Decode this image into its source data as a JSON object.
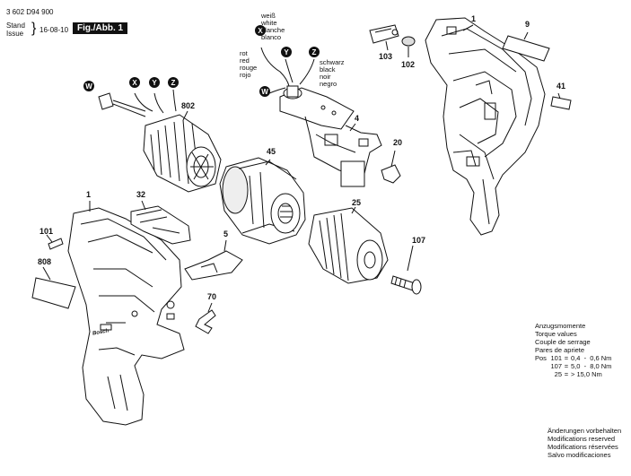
{
  "header": {
    "doc_number": "3 602 D94 900",
    "stand_label_de": "Stand",
    "stand_label_en": "Issue",
    "date": "16-08-10",
    "fig_label": "Fig./Abb. 1"
  },
  "parts": {
    "p1_left": "1",
    "p1_right": "1",
    "p9": "9",
    "p103": "103",
    "p102": "102",
    "p41": "41",
    "p802": "802",
    "p4": "4",
    "p20": "20",
    "p45": "45",
    "p25": "25",
    "p32": "32",
    "p101": "101",
    "p808": "808",
    "p5": "5",
    "p70": "70",
    "p107": "107"
  },
  "connectors": {
    "W": "W",
    "X": "X",
    "Y": "Y",
    "Z": "Z"
  },
  "wire_colors": {
    "white": [
      "weiß",
      "white",
      "blanche",
      "blanco"
    ],
    "red": [
      "rot",
      "red",
      "rouge",
      "rojo"
    ],
    "black": [
      "schwarz",
      "black",
      "noir",
      "negro"
    ]
  },
  "torque": {
    "title_lines": [
      "Anzugsmomente",
      "Torque values",
      "Couple de serrage",
      "Pares de apriete"
    ],
    "rows": [
      {
        "prefix": "Pos",
        "pos": "101",
        "eq": "=",
        "value": "0,4  -  0,6 Nm"
      },
      {
        "prefix": "",
        "pos": "107",
        "eq": "=",
        "value": "5,0  -  8,0 Nm"
      },
      {
        "prefix": "",
        "pos": "25",
        "eq": "=",
        "value": "> 15,0 Nm"
      }
    ]
  },
  "modifications": [
    "Änderungen vorbehalten",
    "Modifications reserved",
    "Modifications réservées",
    "Salvo modificaciones"
  ],
  "brand_mark": "Bosch"
}
